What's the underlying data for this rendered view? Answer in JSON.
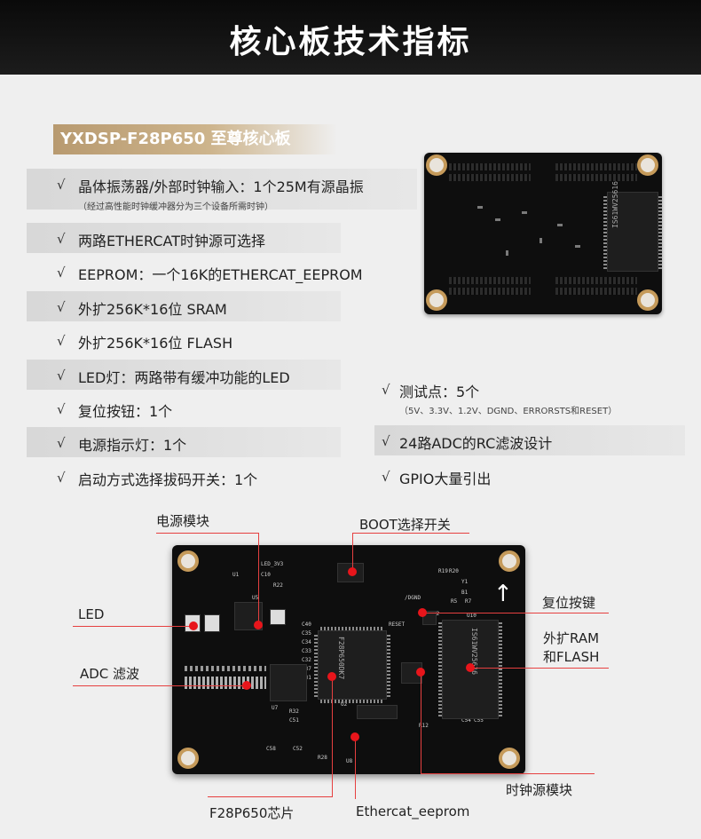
{
  "banner": {
    "title": "核心板技术指标"
  },
  "model_label": "YXDSP-F28P650 至尊核心板",
  "specs": [
    {
      "check": "√",
      "text": "晶体振荡器/外部时钟输入：1个25M有源晶振",
      "sub": "（经过高性能时钟缓冲器分为三个设备所需时钟）"
    },
    {
      "check": "√",
      "text": "两路ETHERCAT时钟源可选择"
    },
    {
      "check": "√",
      "text": "EEPROM：一个16K的ETHERCAT_EEPROM"
    },
    {
      "check": "√",
      "text": "外扩256K*16位 SRAM"
    },
    {
      "check": "√",
      "text": "外扩256K*16位 FLASH"
    },
    {
      "check": "√",
      "text": "LED灯：两路带有缓冲功能的LED"
    },
    {
      "check": "√",
      "text": "复位按钮：1个"
    },
    {
      "check": "√",
      "text": "电源指示灯：1个"
    },
    {
      "check": "√",
      "text": "启动方式选择拔码开关：1个"
    }
  ],
  "specs_right": [
    {
      "check": "√",
      "text": "测试点：5个",
      "sub": "（5V、3.3V、1.2V、DGND、ERRORSTS和RESET）"
    },
    {
      "check": "√",
      "text": "24路ADC的RC滤波设计"
    },
    {
      "check": "√",
      "text": "GPIO大量引出"
    }
  ],
  "board_top": {
    "chip_text": "IS61WV25616"
  },
  "board_main": {
    "silk": [
      "U1",
      "LED_3V3",
      "C10",
      "R22",
      "U5",
      "C40",
      "C35",
      "C34",
      "C33",
      "C32",
      "C37",
      "C31",
      "/DGND",
      "RESET",
      "S2",
      "U10",
      "R19",
      "R20",
      "Y1",
      "B1",
      "R5",
      "R7",
      "C54",
      "C55",
      "R32",
      "C51",
      "C58",
      "C52",
      "U7",
      "U8",
      "R28",
      "R12",
      "U2"
    ],
    "chip_f28": "F28P650DK7",
    "chip_sram": "IS61WV25616",
    "arrow": "↑"
  },
  "callouts": {
    "power_module": "电源模块",
    "boot_switch": "BOOT选择开关",
    "led": "LED",
    "reset_key": "复位按键",
    "adc_filter": "ADC 滤波",
    "ext_ram_line1": "外扩RAM",
    "ext_ram_line2": "和FLASH",
    "clock_module": "时钟源模块",
    "f28_chip": "F28P650芯片",
    "ethercat_eeprom": "Ethercat_eeprom"
  },
  "colors": {
    "accent": "#c4a57a",
    "callout_line": "#e64040",
    "marker": "#e8151b",
    "board": "#0e0e0e"
  }
}
